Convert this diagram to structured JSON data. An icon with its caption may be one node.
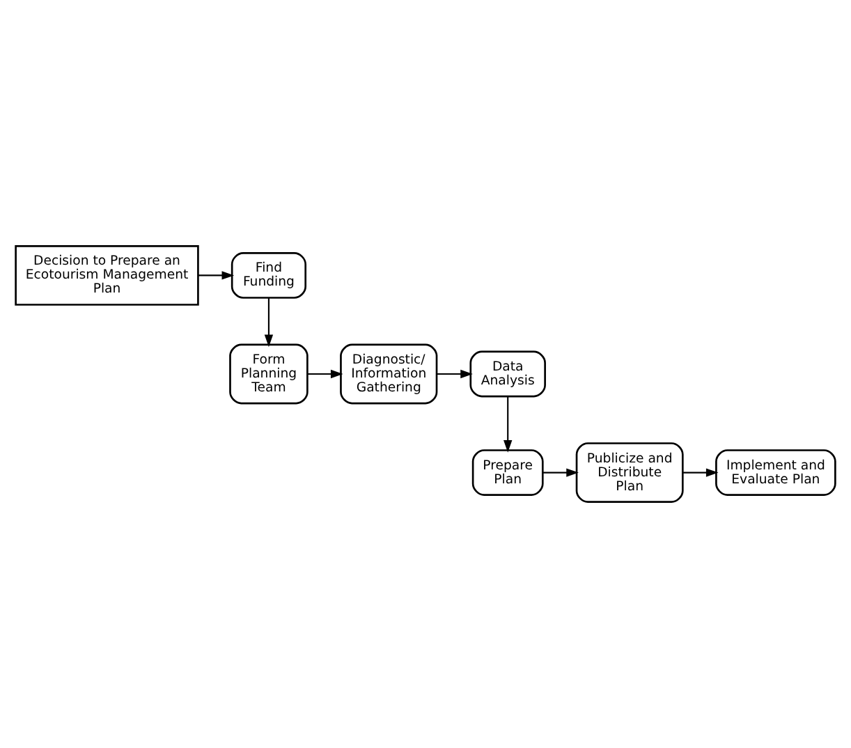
{
  "diagram": {
    "nodes": [
      {
        "text": [
          "Decision to Prepare an Ecotourism Management Plan"
        ]
      },
      {
        "text": [
          "Find Funding"
        ]
      },
      {
        "text": [
          "Form Planning Team"
        ]
      },
      {
        "text": [
          "Diagnostic/ Information Gathering"
        ]
      },
      {
        "text": [
          "Data Analysis"
        ]
      },
      {
        "text": [
          "Prepare Plan"
        ]
      },
      {
        "text": [
          "Publicize and Distribute Plan"
        ]
      },
      {
        "text": [
          "Implement and Evaluate Plan"
        ]
      }
    ],
    "edges": [
      {
        "from": 0,
        "to": 1,
        "arrow": "to"
      },
      {
        "from": 1,
        "to": 2,
        "arrow": "to"
      },
      {
        "from": 2,
        "to": 3,
        "arrow": "to"
      },
      {
        "from": 3,
        "to": 4,
        "arrow": "to"
      },
      {
        "from": 4,
        "to": 5,
        "arrow": "to"
      },
      {
        "from": 5,
        "to": 6,
        "arrow": "to"
      },
      {
        "from": 6,
        "to": 7,
        "arrow": "to"
      }
    ]
  }
}
